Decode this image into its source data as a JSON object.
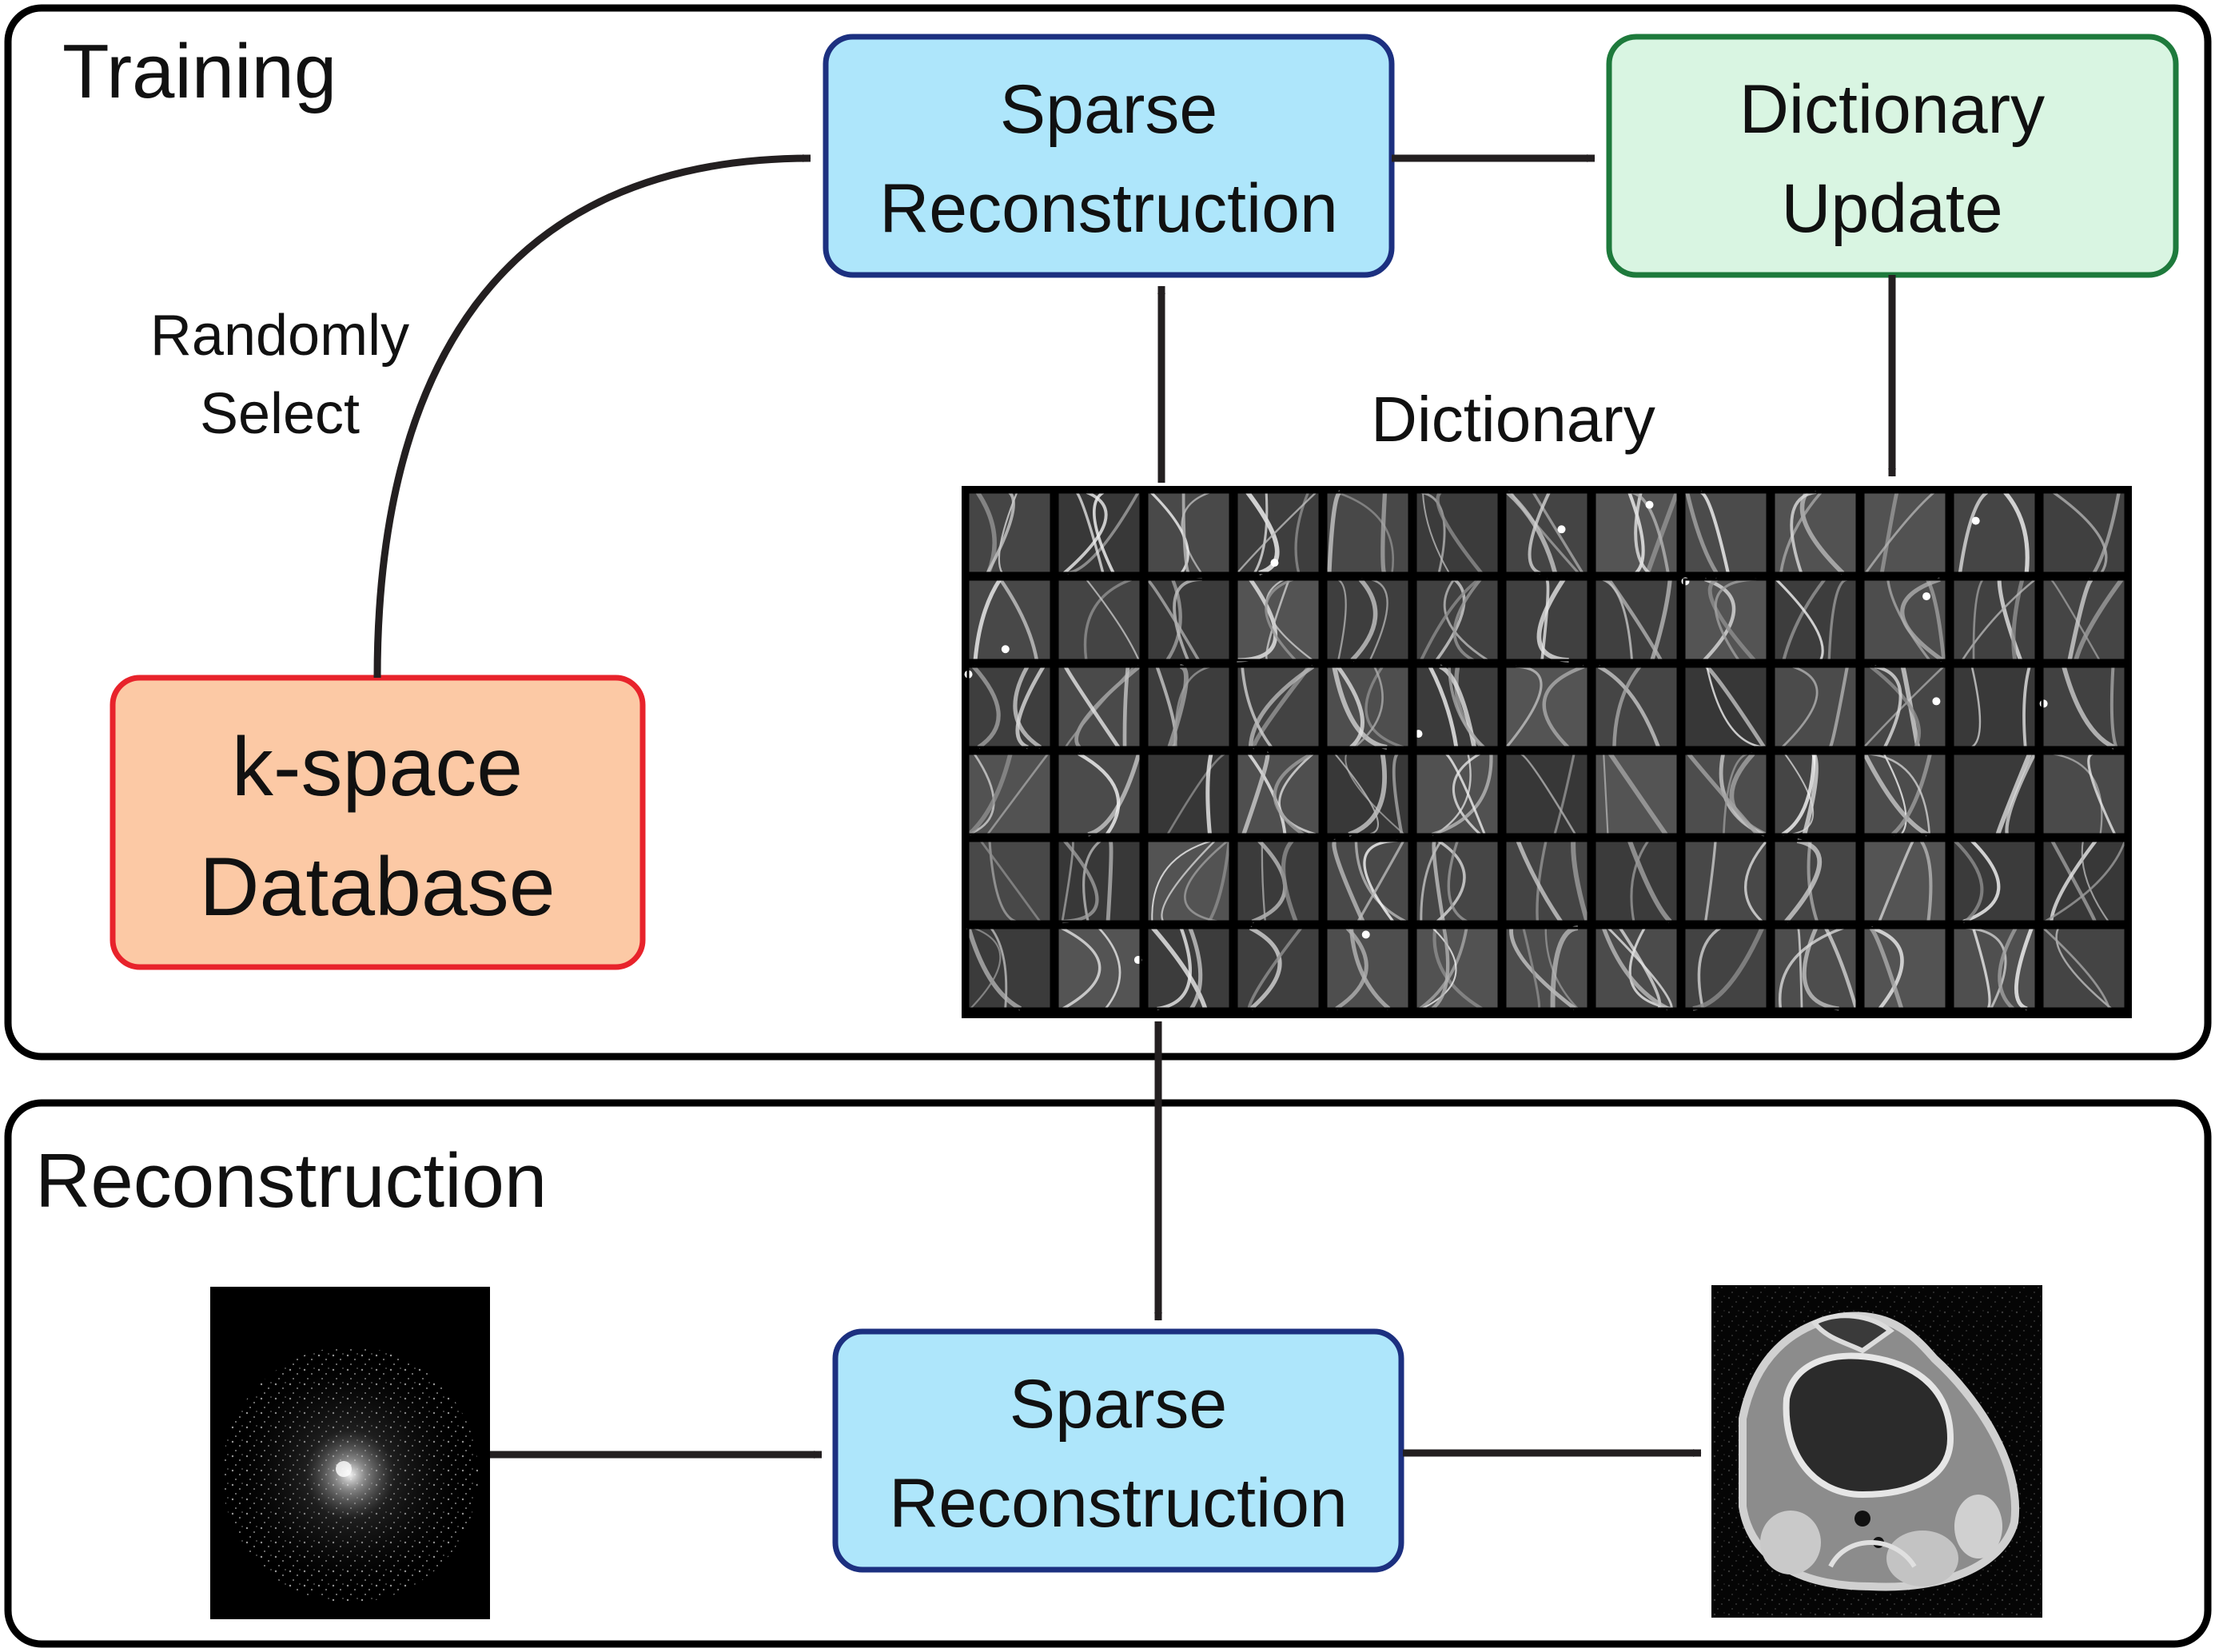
{
  "sections": {
    "training": {
      "title": "Training"
    },
    "reconstruction": {
      "title": "Reconstruction"
    }
  },
  "boxes": {
    "sparse_recon_train": {
      "line1": "Sparse",
      "line2": "Reconstruction",
      "fill": "#aee6fb",
      "stroke": "#1c3080"
    },
    "dictionary_update": {
      "line1": "Dictionary",
      "line2": "Update",
      "fill": "#d9f5e2",
      "stroke": "#1e7a3c"
    },
    "kspace_database": {
      "line1": "k-space",
      "line2": "Database",
      "fill": "#fcc9a5",
      "stroke": "#e8232b"
    },
    "sparse_recon_recon": {
      "line1": "Sparse",
      "line2": "Reconstruction",
      "fill": "#aee6fb",
      "stroke": "#1c3080"
    }
  },
  "labels": {
    "random_select_1": "Randomly",
    "random_select_2": "Select",
    "dictionary": "Dictionary"
  },
  "dictionary_grid": {
    "rows": 6,
    "cols": 13
  },
  "colors": {
    "arrow": "#231f20",
    "frame": "#000000"
  }
}
